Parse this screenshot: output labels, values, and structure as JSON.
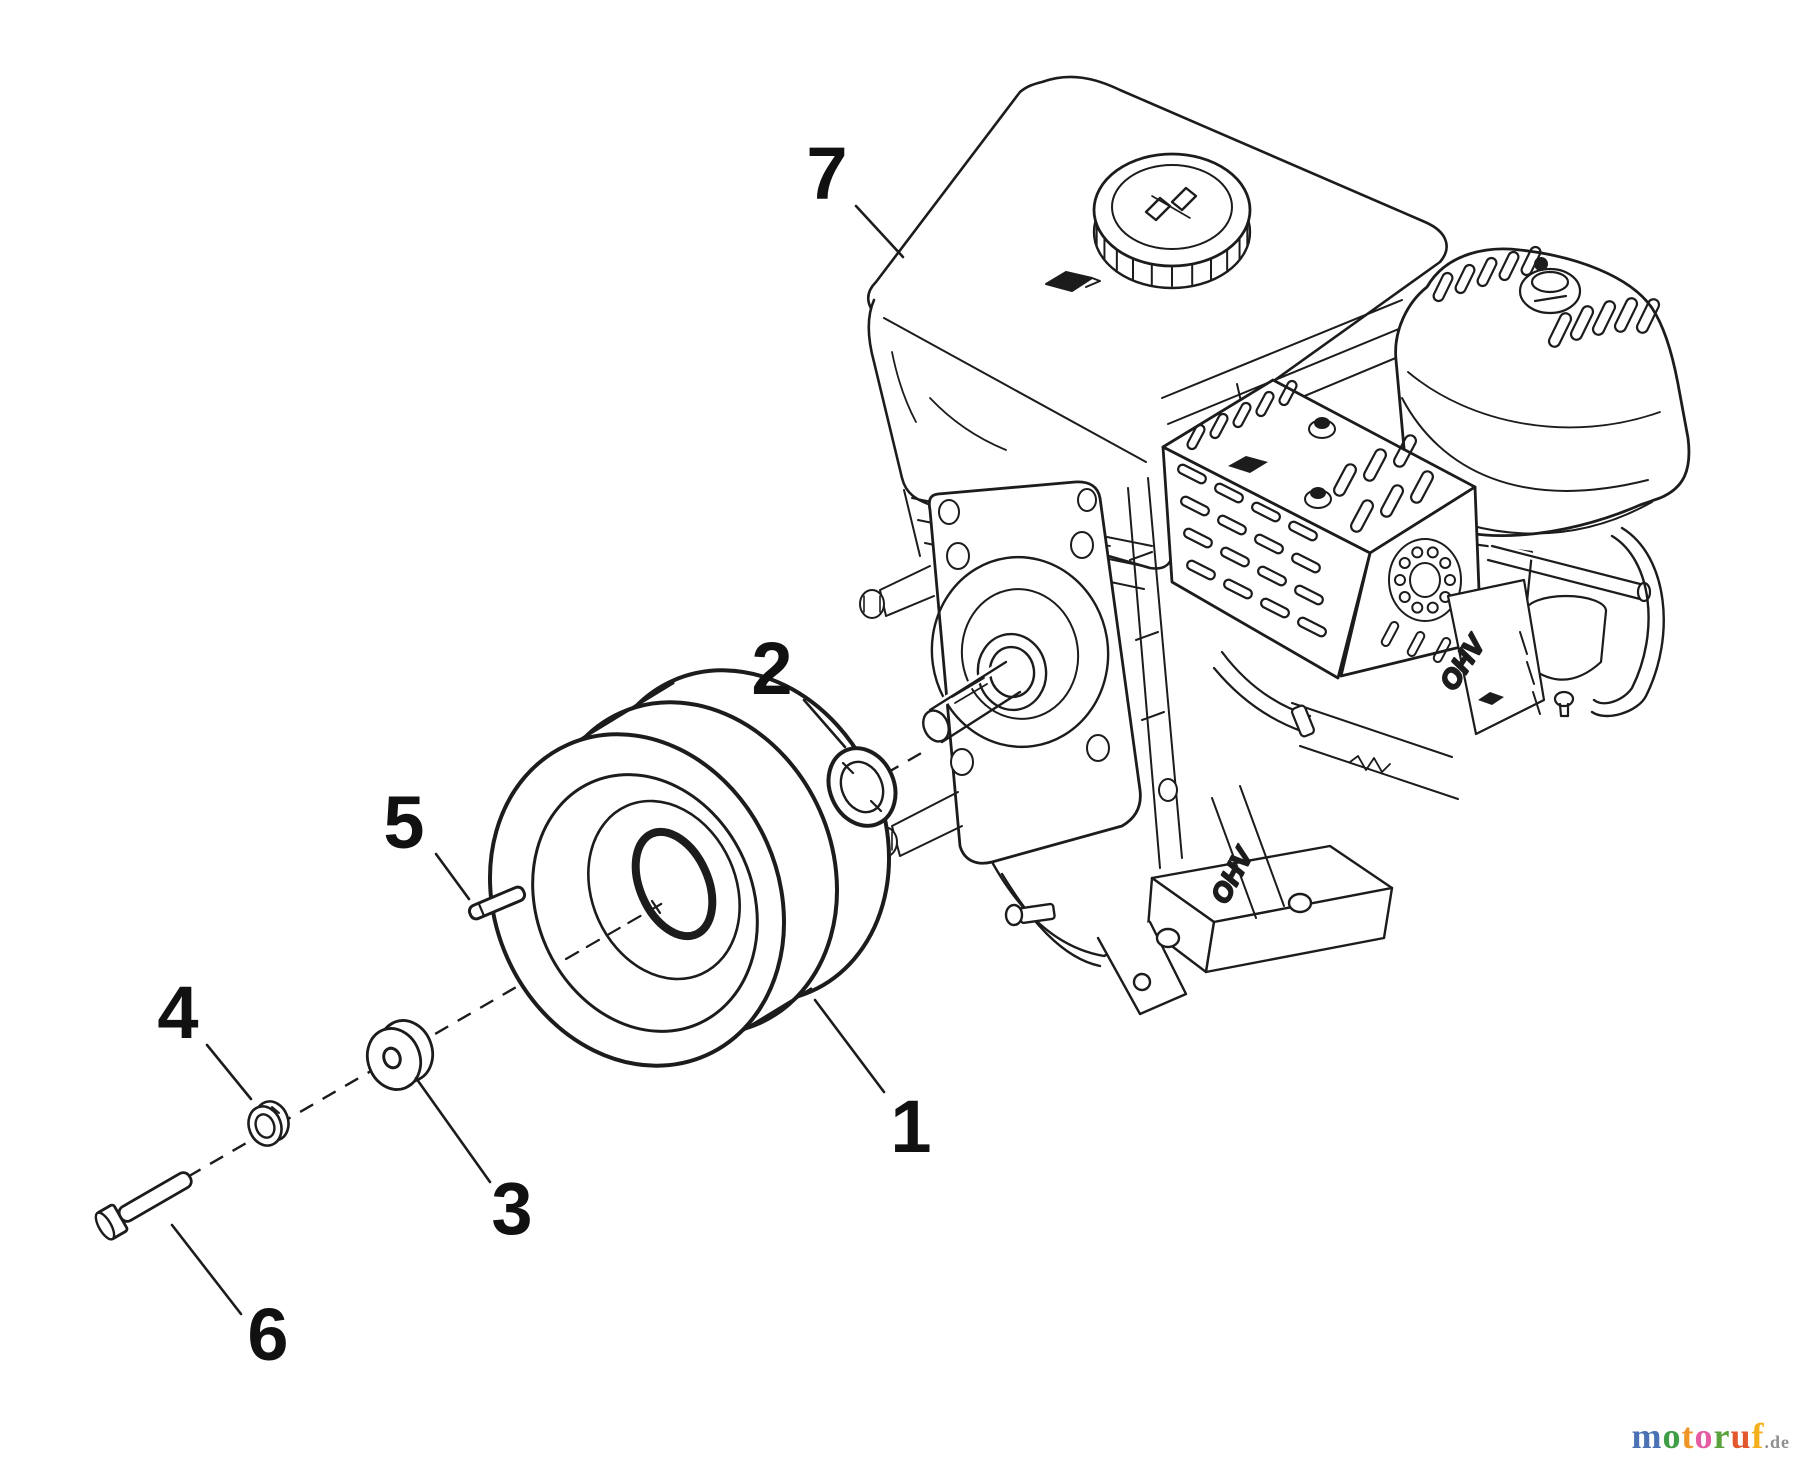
{
  "callouts": [
    {
      "label": "1"
    },
    {
      "label": "2"
    },
    {
      "label": "3"
    },
    {
      "label": "4"
    },
    {
      "label": "5"
    },
    {
      "label": "6"
    },
    {
      "label": "7"
    }
  ],
  "engine_markings": {
    "valve_type_shield": "OHV",
    "valve_type_side": "OHV"
  },
  "watermark": {
    "letters": [
      {
        "ch": "m",
        "color": "#4a72b4"
      },
      {
        "ch": "o",
        "color": "#3f9e45"
      },
      {
        "ch": "t",
        "color": "#ef9426"
      },
      {
        "ch": "o",
        "color": "#e55ca3"
      },
      {
        "ch": "r",
        "color": "#5aa33c"
      },
      {
        "ch": "u",
        "color": "#e2572e"
      },
      {
        "ch": "f",
        "color": "#f3b01c"
      }
    ],
    "suffix": ".de",
    "suffix_color": "#8f8f8f"
  }
}
